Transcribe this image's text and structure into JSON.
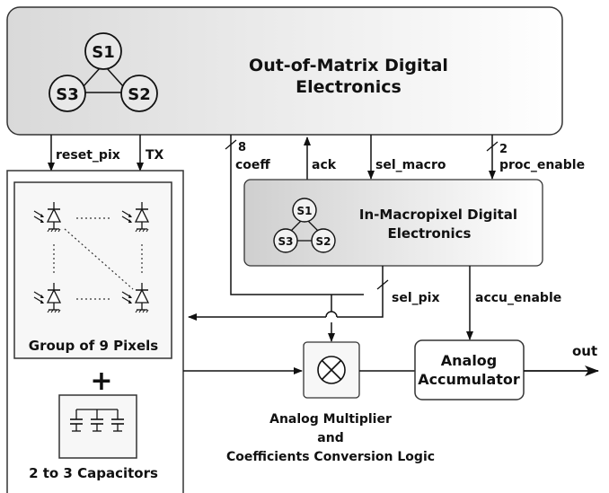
{
  "top_block": {
    "title_line1": "Out-of-Matrix  Digital",
    "title_line2": "Electronics",
    "states": [
      "S1",
      "S2",
      "S3"
    ]
  },
  "macro_block": {
    "title_line1": "In-Macropixel Digital",
    "title_line2": "Electronics",
    "states": [
      "S1",
      "S2",
      "S3"
    ]
  },
  "signals": {
    "reset_pix": "reset_pix",
    "tx": "TX",
    "coeff_width": "8",
    "coeff": "coeff",
    "ack": "ack",
    "sel_macro": "sel_macro",
    "proc_width": "2",
    "proc_enable": "proc_enable",
    "sel_pix": "sel_pix",
    "accu_enable": "accu_enable",
    "out": "out"
  },
  "pixel_group": {
    "label": "Group of 9 Pixels"
  },
  "plus_symbol": "+",
  "capacitors": {
    "label": "2 to 3 Capacitors"
  },
  "multiplier": {
    "label_line1": "Analog Multiplier",
    "label_line2": "and",
    "label_line3": "Coefficients Conversion Logic"
  },
  "accumulator": {
    "label_line1": "Analog",
    "label_line2": "Accumulator"
  }
}
